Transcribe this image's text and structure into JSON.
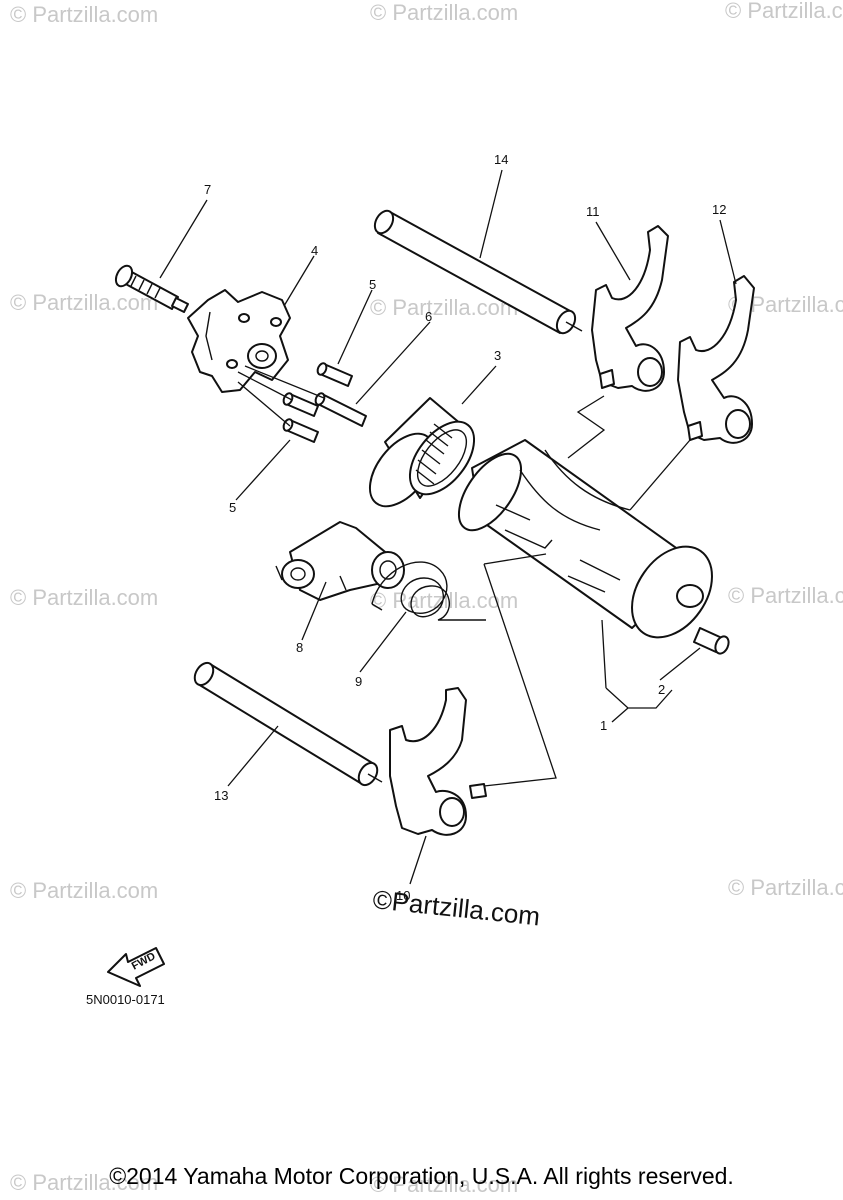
{
  "watermark_text": "© Partzilla.com",
  "brand_watermark": "©Partzilla.com",
  "diagram_code": "5N0010-0171",
  "fwd_label": "FWD",
  "callouts": {
    "c1": "1",
    "c2": "2",
    "c3": "3",
    "c4": "4",
    "c5a": "5",
    "c5b": "5",
    "c6": "6",
    "c7": "7",
    "c8": "8",
    "c9": "9",
    "c10": "10",
    "c11": "11",
    "c12": "12",
    "c13": "13",
    "c14": "14"
  },
  "copyright": "©2014 Yamaha Motor Corporation, U.S.A. All rights reserved."
}
